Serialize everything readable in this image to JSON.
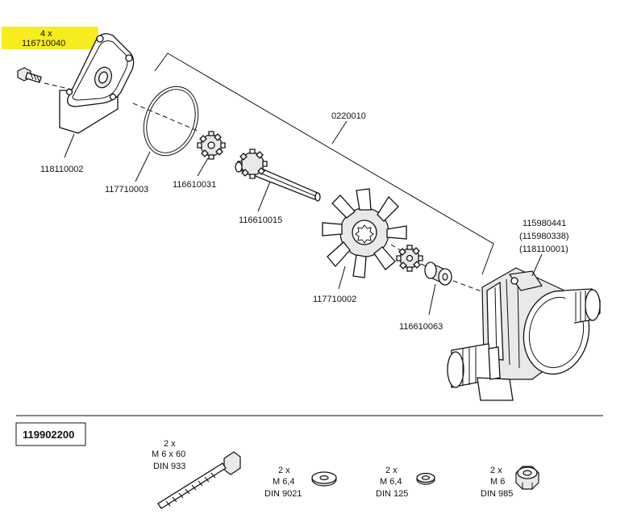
{
  "highlight_color": "#f7ec1e",
  "parts": {
    "screw_qty": "4 x",
    "screw_no": "116710040",
    "cover": "118110002",
    "oring": "117710003",
    "gear_small": "116610031",
    "shaft": "116610015",
    "kit": "0220010",
    "impeller": "117710002",
    "cam": "116610063",
    "housing_1": "115980441",
    "housing_2": "(115980338)",
    "housing_3": "(118110001)"
  },
  "kit_box": {
    "number": "119902200",
    "items": [
      {
        "qty": "2 x",
        "spec": "M 6 x 60",
        "std": "DIN 933",
        "icon": "bolt-icon"
      },
      {
        "qty": "2 x",
        "spec": "M 6,4",
        "std": "DIN 9021",
        "icon": "washer-icon"
      },
      {
        "qty": "2 x",
        "spec": "M 6,4",
        "std": "DIN 125",
        "icon": "washer-icon"
      },
      {
        "qty": "2 x",
        "spec": "M 6",
        "std": "DIN 985",
        "icon": "locknut-icon"
      }
    ]
  }
}
